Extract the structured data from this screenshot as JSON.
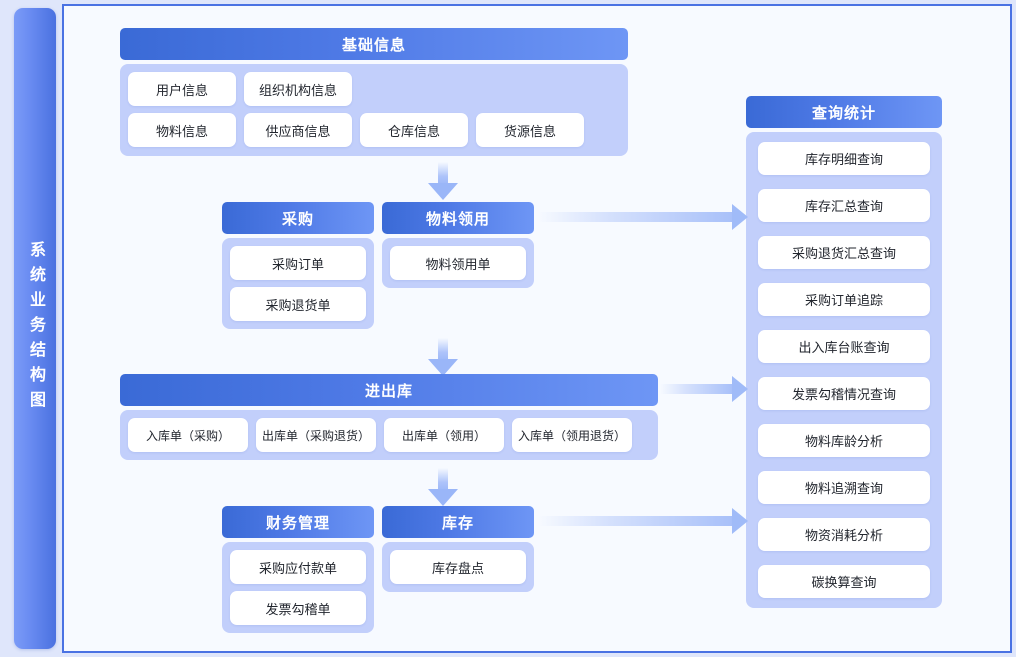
{
  "sidebar": {
    "title": "系统业务结构图"
  },
  "diagram": {
    "groups": [
      {
        "id": "basic",
        "title": "基础信息",
        "items": [
          "用户信息",
          "组织机构信息",
          "物料信息",
          "供应商信息",
          "仓库信息",
          "货源信息"
        ]
      },
      {
        "id": "purchase",
        "title": "采购",
        "items": [
          "采购订单",
          "采购退货单"
        ]
      },
      {
        "id": "requisition",
        "title": "物料领用",
        "items": [
          "物料领用单"
        ]
      },
      {
        "id": "warehouse",
        "title": "进出库",
        "items": [
          "入库单（采购）",
          "出库单（采购退货）",
          "出库单（领用）",
          "入库单（领用退货）"
        ]
      },
      {
        "id": "finance",
        "title": "财务管理",
        "items": [
          "采购应付款单",
          "发票勾稽单"
        ]
      },
      {
        "id": "stock",
        "title": "库存",
        "items": [
          "库存盘点"
        ]
      },
      {
        "id": "query",
        "title": "查询统计",
        "items": [
          "库存明细查询",
          "库存汇总查询",
          "采购退货汇总查询",
          "采购订单追踪",
          "出入库台账查询",
          "发票勾稽情况查询",
          "物料库龄分析",
          "物料追溯查询",
          "物资消耗分析",
          "碳换算查询"
        ]
      }
    ],
    "connectors": [
      {
        "id": "basic-to-purchase",
        "direction": "down"
      },
      {
        "id": "purchase-to-warehouse",
        "direction": "down"
      },
      {
        "id": "warehouse-to-finance",
        "direction": "down"
      },
      {
        "id": "purchase-to-query",
        "direction": "right"
      },
      {
        "id": "warehouse-to-query",
        "direction": "right"
      },
      {
        "id": "finance-to-query",
        "direction": "right"
      }
    ]
  },
  "colors": {
    "header_gradient_start": "#3a6ad6",
    "header_gradient_end": "#6e96f5",
    "group_body": "#c2cffb",
    "leaf": "#ffffff",
    "panel_background": "#f7faff",
    "panel_border": "#4a72e3",
    "page_background": "#dfe6fb",
    "sidebar_gradient_start": "#7b9bf7",
    "sidebar_gradient_end": "#4a71e0",
    "connector": "#a0bbf8"
  }
}
